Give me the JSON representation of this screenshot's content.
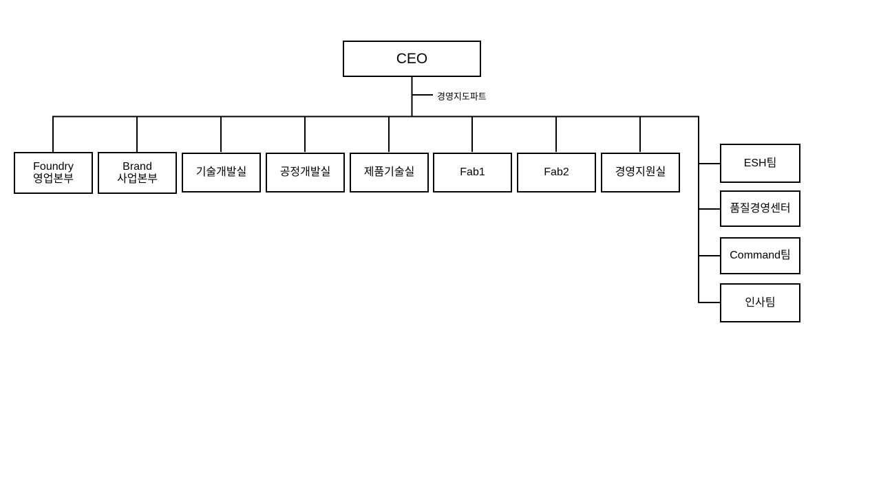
{
  "chart": {
    "type": "org-chart",
    "title": "",
    "background_color": "#ffffff",
    "line_color": "#000000",
    "box_border_color": "#000000",
    "box_fill_color": "#ffffff"
  },
  "root": {
    "label": "CEO"
  },
  "staff": {
    "label": "경영지도파트"
  },
  "divisions": [
    {
      "label": "Foundry\n영업본부"
    },
    {
      "label": "Brand\n사업본부"
    },
    {
      "label": "기술개발실"
    },
    {
      "label": "공정개발실"
    },
    {
      "label": "제품기술실"
    },
    {
      "label": "Fab1"
    },
    {
      "label": "Fab2"
    },
    {
      "label": "경영지원실"
    }
  ],
  "teams": [
    {
      "label": "ESH팀"
    },
    {
      "label": "품질경영센터"
    },
    {
      "label": "Command팀"
    },
    {
      "label": "인사팀"
    }
  ]
}
